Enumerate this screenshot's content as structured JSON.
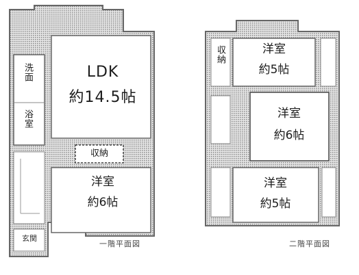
{
  "floor1": {
    "rooms": {
      "ldk_name": "LDK",
      "ldk_size": "約14.5帖",
      "washroom": "洗面",
      "bath": "浴室",
      "storage": "収納",
      "western_name": "洋室",
      "western_size": "約6帖",
      "entrance": "玄関"
    },
    "caption": "一階平面図"
  },
  "floor2": {
    "rooms": {
      "room1_name": "洋室",
      "room1_size": "約5帖",
      "room2_name": "洋室",
      "room2_size": "約6帖",
      "room3_name": "洋室",
      "room3_size": "約5帖",
      "storage": "収納"
    },
    "caption": "二階平面図"
  },
  "colors": {
    "wall": "#555555",
    "fill": "#cfcfcf",
    "paper": "#ffffff"
  }
}
